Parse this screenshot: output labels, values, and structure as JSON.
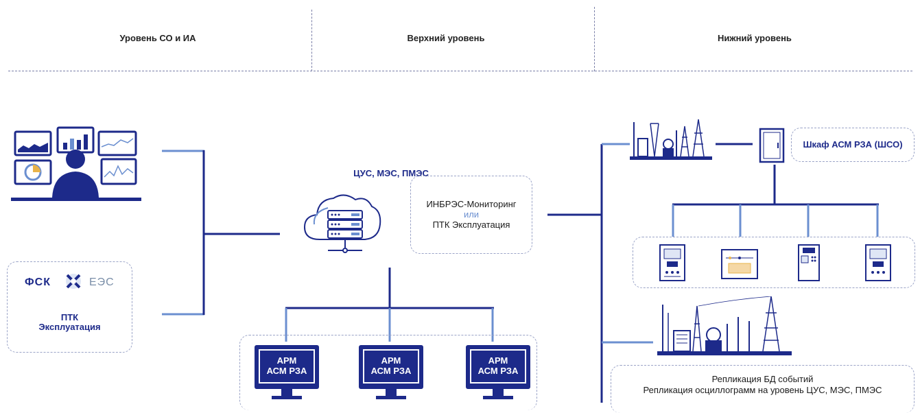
{
  "header": {
    "col1": "Уровень СО и ИА",
    "col2": "Верхний уровень",
    "col3": "Нижний уровень"
  },
  "left": {
    "logo_left": "ФСК",
    "logo_right": "ЕЭС",
    "ptk_line1": "ПТК",
    "ptk_line2": "Эксплуатация"
  },
  "middle": {
    "cloud_title": "ЦУС, МЭС, ПМЭС",
    "monitor_line1": "ИНБРЭС-Мониторинг",
    "monitor_or": "или",
    "monitor_line3": "ПТК Эксплуатация",
    "arm": [
      {
        "line1": "АРМ",
        "line2": "АСМ РЗА"
      },
      {
        "line1": "АРМ",
        "line2": "АСМ РЗА"
      },
      {
        "line1": "АРМ",
        "line2": "АСМ РЗА"
      }
    ]
  },
  "right": {
    "cabinet_label": "Шкаф АСМ РЗА (ШСО)",
    "replication_line1": "Репликация БД событий",
    "replication_line2": "Репликация осциллограмм на уровень ЦУС, МЭС, ПМЭС"
  },
  "colors": {
    "navy": "#1d2a8a",
    "line_blue": "#6b8fd0",
    "dash": "#9aa3c7"
  }
}
